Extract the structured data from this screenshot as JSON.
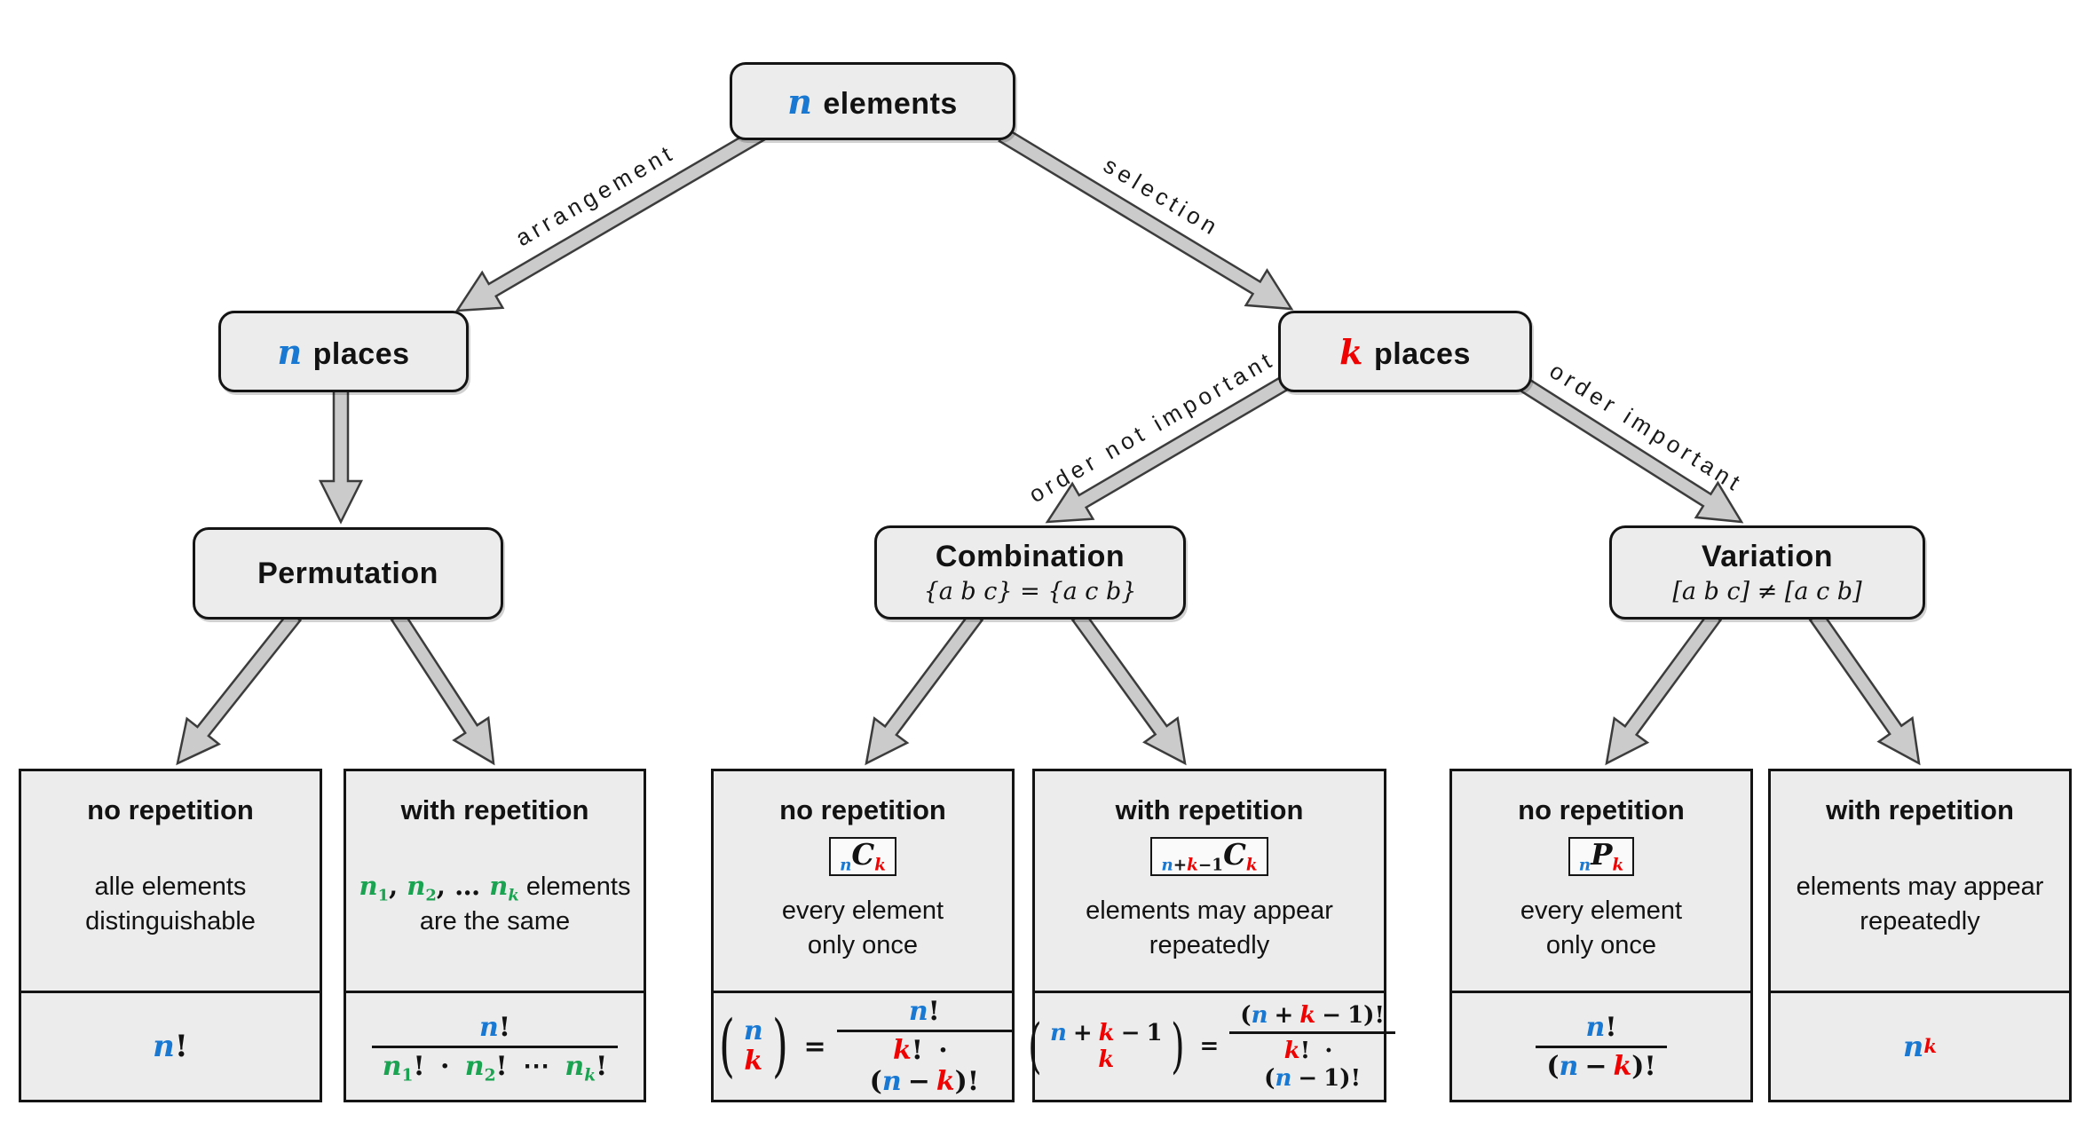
{
  "palette": {
    "blue": "#1878d2",
    "red": "#ee0202",
    "green": "#1aa351",
    "box_fill": "#ececec",
    "box_border": "#141414",
    "arrow_fill": "#cbcbcb",
    "arrow_stroke": "#3c3c3c"
  },
  "root": {
    "var": "n",
    "text": "elements"
  },
  "edges": {
    "arrangement": "arrangement",
    "selection": "selection",
    "order_not": "order not important",
    "order_yes": "order important"
  },
  "level2": {
    "left": {
      "var": "n",
      "text": "places"
    },
    "right": {
      "var": "k",
      "text": "places"
    }
  },
  "cats": {
    "perm": {
      "title": "Permutation"
    },
    "comb": {
      "title": "Combination",
      "sub": "{a b c} = {a c b}"
    },
    "vari": {
      "title": "Variation",
      "sub": "[a b c] ≠ [a c b]"
    }
  },
  "sym": {
    "n": "n",
    "k": "k",
    "C": "C",
    "P": "P",
    "fact": "!",
    "plus": "+",
    "minus": "−",
    "one": "1",
    "cdot": "·",
    "cdots": "⋯",
    "eq": "=",
    "s1": "1",
    "s2": "2",
    "comma": ", ",
    "dots": "… ",
    "lp": "(",
    "rp": ")"
  },
  "leaves": {
    "perm_no": {
      "title": "no repetition",
      "line1": "alle elements",
      "line2": "distinguishable"
    },
    "perm_with": {
      "title": "with repetition",
      "line1_suffix": " elements",
      "line2": "are the same"
    },
    "comb_no": {
      "title": "no repetition",
      "line1": "every element",
      "line2": "only once"
    },
    "comb_with": {
      "title": "with repetition",
      "line1": "elements may appear",
      "line2": "repeatedly"
    },
    "var_no": {
      "title": "no repetition",
      "line1": "every element",
      "line2": "only once"
    },
    "var_with": {
      "title": "with repetition",
      "line1": "elements may appear",
      "line2": "repeatedly"
    }
  }
}
